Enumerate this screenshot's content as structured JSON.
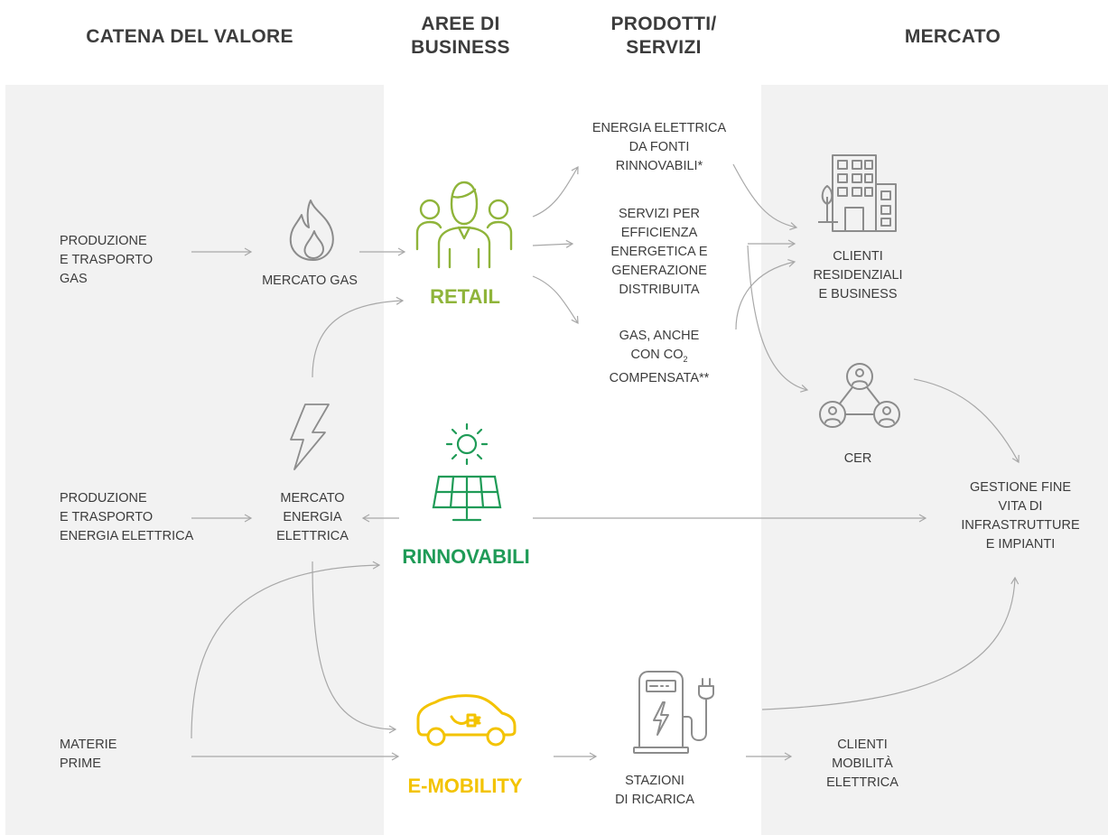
{
  "headers": {
    "value_chain": "CATENA DEL VALORE",
    "business_areas": "AREE DI\nBUSINESS",
    "products": "PRODOTTI/\nSERVIZI",
    "market": "MERCATO"
  },
  "value_chain": {
    "gas_production": "PRODUZIONE\nE TRASPORTO\nGAS",
    "gas_market": "MERCATO GAS",
    "power_production": "PRODUZIONE\nE TRASPORTO\nENERGIA ELETTRICA",
    "power_market": "MERCATO\nENERGIA\nELETTRICA",
    "raw_materials": "MATERIE\nPRIME"
  },
  "business_areas": {
    "retail": "RETAIL",
    "renewables": "RINNOVABILI",
    "emobility": "E-MOBILITY"
  },
  "products": {
    "renewable_power": "ENERGIA ELETTRICA\nDA FONTI\nRINNOVABILI*",
    "efficiency": "SERVIZI PER\nEFFICIENZA\nENERGETICA E\nGENERAZIONE\nDISTRIBUITA",
    "gas_line1": "GAS, ANCHE",
    "gas_line2": "CON CO",
    "gas_sub": "2",
    "gas_line3": "COMPENSATA**",
    "charging": "STAZIONI\nDI RICARICA"
  },
  "market": {
    "clients": "CLIENTI\nRESIDENZIALI\nE BUSINESS",
    "cer": "CER",
    "end_of_life": "GESTIONE FINE\nVITA DI\nINFRASTRUTTURE\nE IMPIANTI",
    "mobility_clients": "CLIENTI\nMOBILITÀ\nELETTRICA"
  },
  "colors": {
    "retail": "#8fb43a",
    "renewables": "#1f9b57",
    "emobility": "#f3c300",
    "arrow": "#a8a8a8",
    "text": "#3c3c3c",
    "icon": "#8c8c8c",
    "panel": "#f2f2f2"
  },
  "icons": [
    "flame-icon",
    "lightning-icon",
    "people-icon",
    "solar-panel-icon",
    "electric-car-icon",
    "charging-station-icon",
    "buildings-icon",
    "community-network-icon"
  ]
}
